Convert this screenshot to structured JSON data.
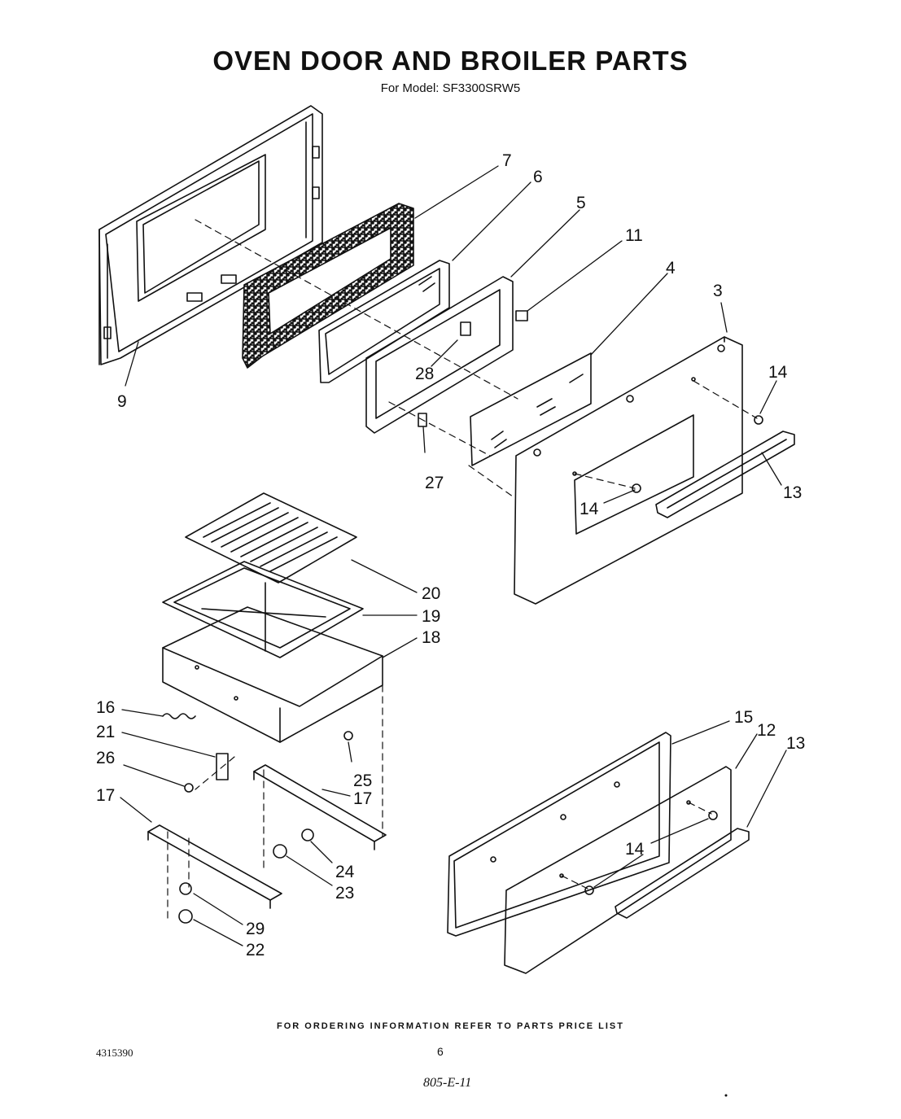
{
  "title": "OVEN DOOR AND BROILER PARTS",
  "subtitle": "For Model: SF3300SRW5",
  "callouts": [
    "7",
    "6",
    "5",
    "11",
    "4",
    "3",
    "14",
    "9",
    "28",
    "27",
    "14",
    "13",
    "20",
    "19",
    "18",
    "16",
    "21",
    "26",
    "25",
    "17",
    "17",
    "24",
    "23",
    "29",
    "22",
    "15",
    "12",
    "13",
    "14"
  ],
  "footer": "FOR ORDERING INFORMATION REFER TO PARTS PRICE LIST",
  "doc_number": "4315390",
  "page_number": "6",
  "handwritten_note": "805-E-11"
}
